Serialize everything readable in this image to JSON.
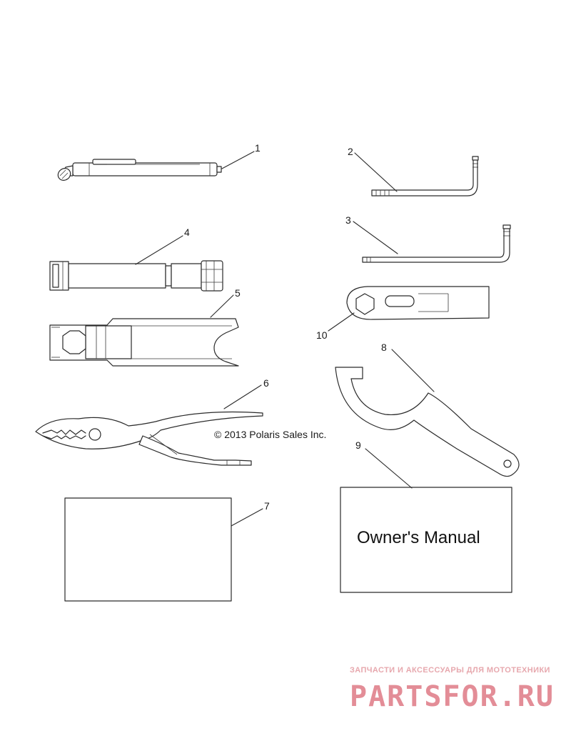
{
  "callouts": {
    "c1": "1",
    "c2": "2",
    "c3": "3",
    "c4": "4",
    "c5": "5",
    "c6": "6",
    "c7": "7",
    "c8": "8",
    "c9": "9",
    "c10": "10"
  },
  "copyright": "© 2013 Polaris Sales Inc.",
  "manual_text": "Owner's Manual",
  "watermark": {
    "top_text": "ЗАПЧАСТИ И АКСЕССУАРЫ ДЛЯ МОТОТЕХНИКИ",
    "logo_text": "PARTSFOR.RU"
  },
  "colors": {
    "line": "#2a2a2a",
    "background": "#ffffff",
    "watermark": "#e38d97"
  }
}
